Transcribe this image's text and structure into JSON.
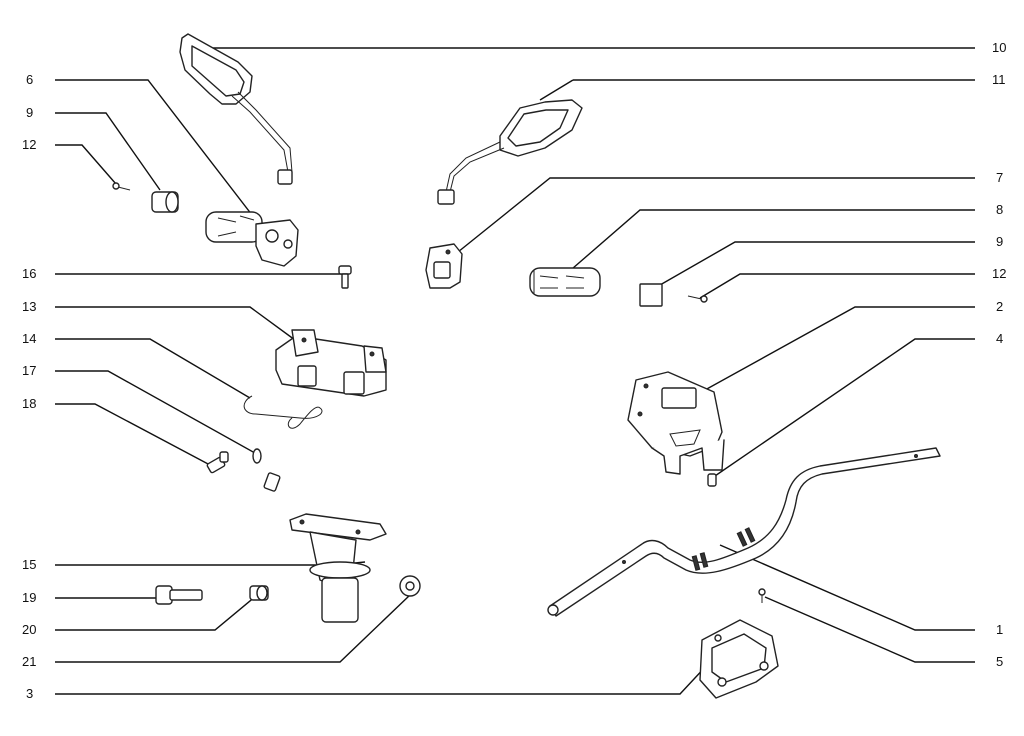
{
  "labels": {
    "l1": "6",
    "l2": "9",
    "l3": "12",
    "l4": "16",
    "l5": "13",
    "l6": "14",
    "l7": "17",
    "l8": "18",
    "l9": "15",
    "l10": "19",
    "l11": "20",
    "l12": "21",
    "l13": "3",
    "r1": "10",
    "r2": "11",
    "r3": "7",
    "r4": "8",
    "r5": "9",
    "r6": "12",
    "r7": "2",
    "r8": "4",
    "r9": "1",
    "r10": "5"
  }
}
